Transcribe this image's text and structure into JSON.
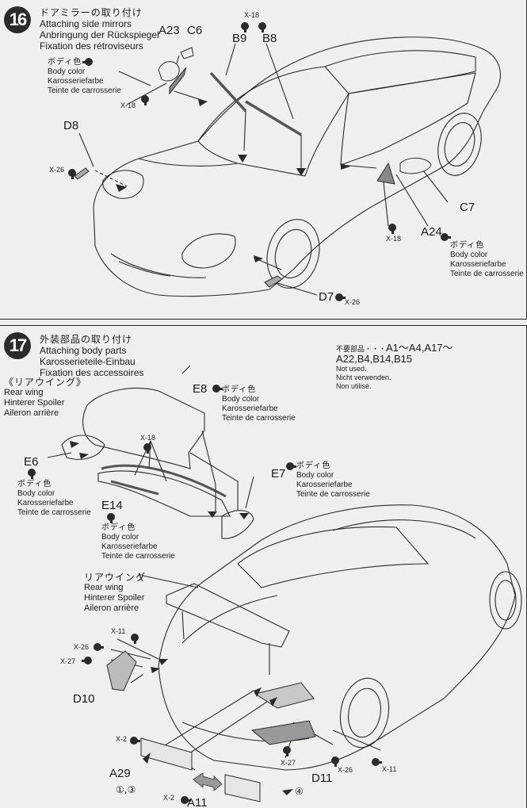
{
  "step16": {
    "number": "16",
    "title_jp": "ドアミラーの取り付け",
    "title_en": "Attaching side mirrors",
    "title_de": "Anbringung der Rückspiegel",
    "title_fr": "Fixation des rétroviseurs",
    "parts": {
      "a23": "A23",
      "c6": "C6",
      "b9": "B9",
      "b8": "B8",
      "d8": "D8",
      "c7": "C7",
      "a24": "A24",
      "d7": "D7"
    },
    "screws": {
      "x18_top": "X-18",
      "x18_left": "X-18",
      "x26_left": "X-26",
      "x18_right": "X-18",
      "x26_bottom": "X-26"
    },
    "paint_left": {
      "jp": "ボディ色",
      "en": "Body color",
      "de": "Karosseriefarbe",
      "fr": "Teinte de carrosserie"
    },
    "paint_right": {
      "jp": "ボディ色",
      "en": "Body color",
      "de": "Karosseriefarbe",
      "fr": "Teinte de carrosserie"
    }
  },
  "step17": {
    "number": "17",
    "title_jp": "外装部品の取り付け",
    "title_en": "Attaching body parts",
    "title_de": "Karosserieteile-Einbau",
    "title_fr": "Fixation des accessoires",
    "not_used": {
      "jp": "不要部品・・・",
      "parts": "A1～A4,A17～A22,B4,B14,B15",
      "en": "Not used.",
      "de": "Nicht verwenden.",
      "fr": "Non utilisé."
    },
    "subassembly": {
      "jp": "《リアウイング》",
      "en": "Rear wing",
      "de": "Hinterer Spoiler",
      "fr": "Aileron arrière"
    },
    "rear_wing_label": {
      "jp": "リアウイング",
      "en": "Rear wing",
      "de": "Hinterer Spoiler",
      "fr": "Aileron arrière"
    },
    "parts": {
      "e8": "E8",
      "e6": "E6",
      "e14": "E14",
      "e7": "E7",
      "d10": "D10",
      "a29": "A29",
      "a11": "A11",
      "d11": "D11"
    },
    "screws": {
      "x18": "X-18",
      "x11_left": "X-11",
      "x26_left": "X-26",
      "x27_left": "X-27",
      "x2_a29": "X-2",
      "x2_a11": "X-2",
      "x27_right": "X-27",
      "x26_right": "X-26",
      "x11_right": "X-11"
    },
    "paint_e8": {
      "jp": "ボディ色",
      "en": "Body color",
      "de": "Karosseriefarbe",
      "fr": "Teinte de carrosserie"
    },
    "paint_e6": {
      "jp": "ボディ色",
      "en": "Body color",
      "de": "Karosseriefarbe",
      "fr": "Teinte de carrosserie"
    },
    "paint_e14": {
      "jp": "ボディ色",
      "en": "Body color",
      "de": "Karosseriefarbe",
      "fr": "Teinte de carrosserie"
    },
    "paint_e7": {
      "jp": "ボディ色",
      "en": "Body color",
      "de": "Karosseriefarbe",
      "fr": "Teinte de carrosserie"
    },
    "refs": {
      "r13": "①,③",
      "r4": "④"
    }
  }
}
